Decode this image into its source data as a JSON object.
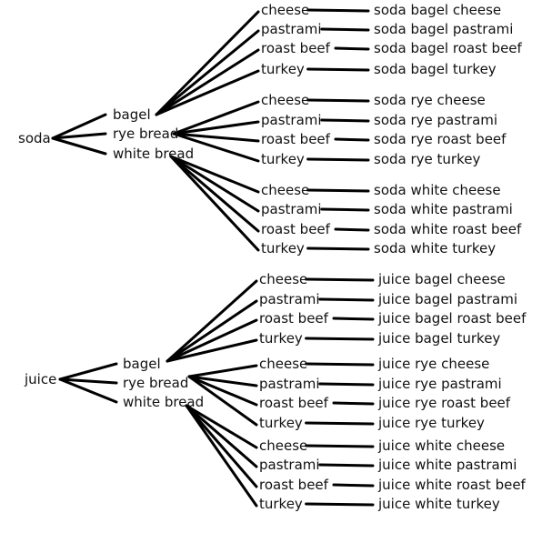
{
  "tree": [
    {
      "label": "soda",
      "children": [
        {
          "label": "bagel",
          "children": [
            {
              "label": "cheese",
              "outcome": "soda bagel cheese"
            },
            {
              "label": "pastrami",
              "outcome": "soda bagel pastrami"
            },
            {
              "label": "roast beef",
              "outcome": "soda bagel roast beef"
            },
            {
              "label": "turkey",
              "outcome": "soda bagel turkey"
            }
          ]
        },
        {
          "label": "rye bread",
          "children": [
            {
              "label": "cheese",
              "outcome": "soda rye cheese"
            },
            {
              "label": "pastrami",
              "outcome": "soda rye pastrami"
            },
            {
              "label": "roast beef",
              "outcome": "soda rye roast beef"
            },
            {
              "label": "turkey",
              "outcome": "soda rye turkey"
            }
          ]
        },
        {
          "label": "white bread",
          "children": [
            {
              "label": "cheese",
              "outcome": "soda white cheese"
            },
            {
              "label": "pastrami",
              "outcome": "soda white pastrami"
            },
            {
              "label": "roast beef",
              "outcome": "soda white roast beef"
            },
            {
              "label": "turkey",
              "outcome": "soda white turkey"
            }
          ]
        }
      ]
    },
    {
      "label": "juice",
      "children": [
        {
          "label": "bagel",
          "children": [
            {
              "label": "cheese",
              "outcome": "juice bagel cheese"
            },
            {
              "label": "pastrami",
              "outcome": "juice bagel pastrami"
            },
            {
              "label": "roast beef",
              "outcome": "juice bagel roast beef"
            },
            {
              "label": "turkey",
              "outcome": "juice bagel turkey"
            }
          ]
        },
        {
          "label": "rye bread",
          "children": [
            {
              "label": "cheese",
              "outcome": "juice rye cheese"
            },
            {
              "label": "pastrami",
              "outcome": "juice rye pastrami"
            },
            {
              "label": "roast beef",
              "outcome": "juice rye roast beef"
            },
            {
              "label": "turkey",
              "outcome": "juice rye turkey"
            }
          ]
        },
        {
          "label": "white bread",
          "children": [
            {
              "label": "cheese",
              "outcome": "juice white cheese"
            },
            {
              "label": "pastrami",
              "outcome": "juice white pastrami"
            },
            {
              "label": "roast beef",
              "outcome": "juice white roast beef"
            },
            {
              "label": "turkey",
              "outcome": "juice white turkey"
            }
          ]
        }
      ]
    }
  ]
}
